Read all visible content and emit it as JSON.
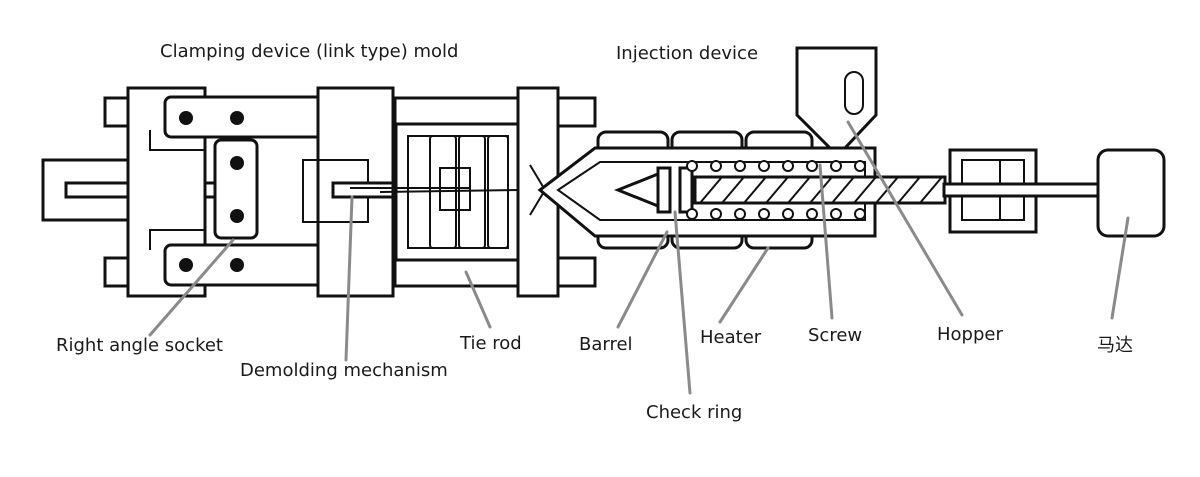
{
  "headings": {
    "clamping": "Clamping device (link type) mold",
    "injection": "Injection device"
  },
  "labels": {
    "right_angle_socket": "Right angle socket",
    "demolding": "Demolding mechanism",
    "tie_rod": "Tie rod",
    "barrel": "Barrel",
    "check_ring": "Check ring",
    "heater": "Heater",
    "screw": "Screw",
    "hopper": "Hopper",
    "motor": "马达"
  }
}
